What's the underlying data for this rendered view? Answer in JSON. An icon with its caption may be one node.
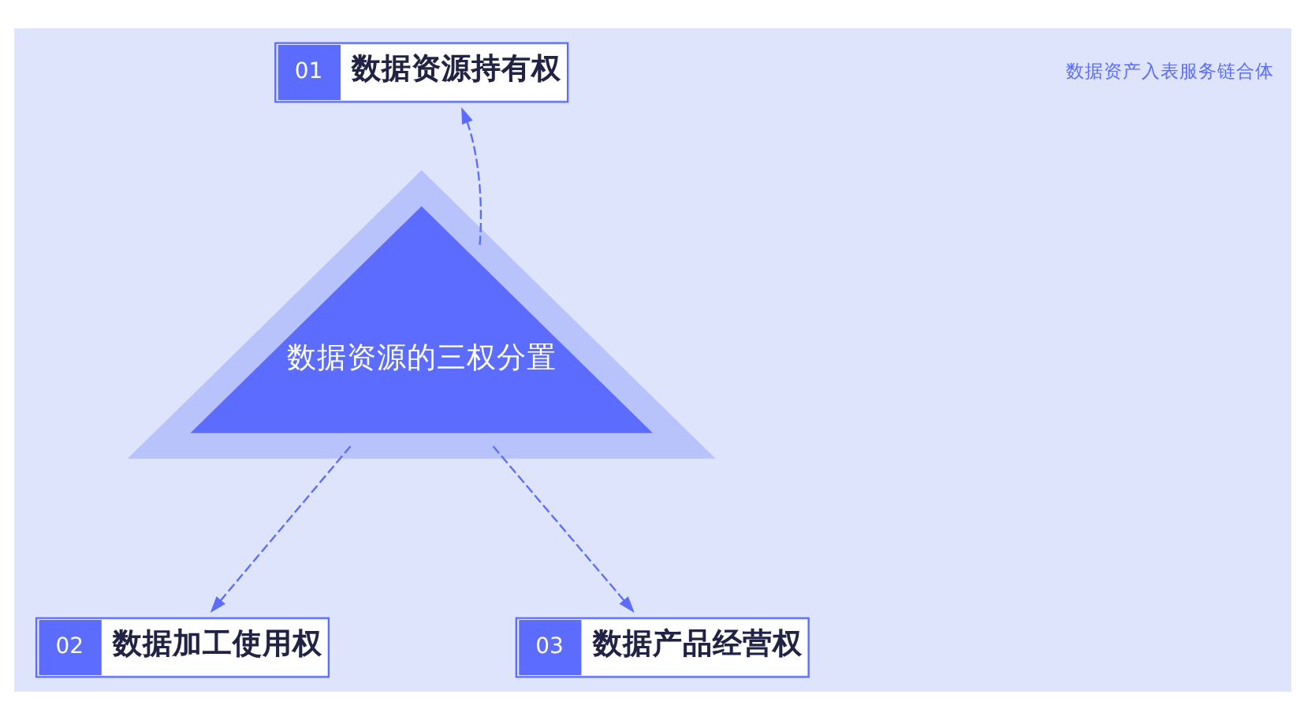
{
  "diagram": {
    "nodes": [
      {
        "text": [
          "数据资源的三权分置"
        ]
      },
      {
        "text": [
          "01",
          "数据资源持有权"
        ]
      },
      {
        "text": [
          "02",
          "数据加工使用权"
        ]
      },
      {
        "text": [
          "03",
          "数据产品经营权"
        ]
      }
    ],
    "edges": [
      {
        "from": 0,
        "to": 1,
        "arrow": "to",
        "style": "dashed"
      },
      {
        "from": 0,
        "to": 2,
        "arrow": "to",
        "style": "dashed"
      },
      {
        "from": 0,
        "to": 3,
        "arrow": "to",
        "style": "dashed"
      }
    ],
    "labels": [
      "数据资产入表服务链合体"
    ]
  }
}
